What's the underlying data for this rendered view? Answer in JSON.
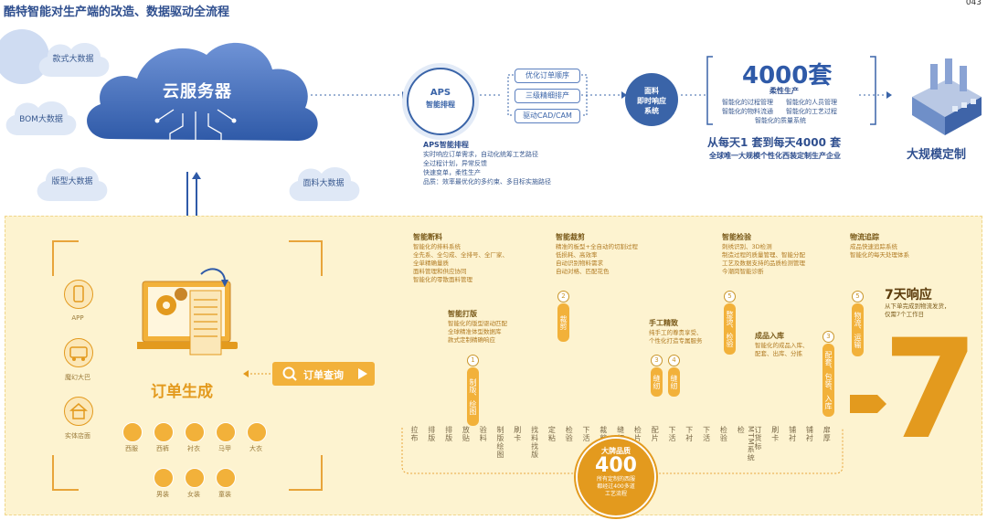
{
  "title": "酷特智能对生产端的改造、数据驱动全流程",
  "page_number": "043",
  "cloud": {
    "title": "云服务器",
    "bubbles": [
      "款式大数据",
      "BOM大数据",
      "版型大数据",
      "面料大数据"
    ]
  },
  "aps": {
    "circle_line1": "APS",
    "circle_line2": "智能排程",
    "steps": [
      "优化订单顺序",
      "三级精细排产",
      "驱动CAD/CAM"
    ],
    "desc_title": "APS智能排程",
    "desc_lines": [
      "实时响应订单需求，自动化统筹工艺路径",
      "全过程计划，异常反馈",
      "快速变单，柔性生产",
      "品质：效率最优化的多约束、多目标实施路径"
    ]
  },
  "fabric": {
    "lines": [
      "面料",
      "即时响应",
      "系统"
    ]
  },
  "production": {
    "big": "4000套",
    "sub": "柔性生产",
    "col1": [
      "智能化的过程管理",
      "智能化的物料流通",
      "智能化的质量系统"
    ],
    "col2": [
      "智能化的人员管理",
      "智能化的工艺过程"
    ],
    "headline": "从每天1 套到每天4000 套",
    "subline": "全球唯一大规模个性化西装定制生产企业"
  },
  "factory": {
    "label": "大规模定制"
  },
  "order": {
    "title": "订单生成",
    "query_label": "订单查询",
    "channels": [
      "APP",
      "魔幻大巴",
      "实体店面"
    ],
    "garments": [
      "西服",
      "西裤",
      "衬衣",
      "马甲",
      "大衣",
      "男装",
      "女装",
      "童装"
    ]
  },
  "stations": [
    {
      "title": "智能断料",
      "lines": [
        "智能化的排料系统",
        "全先系、全匀成、全排号、全厂家、",
        "全单精确量质",
        "面料管理和供应协同",
        "智能化的零散面料管理"
      ]
    },
    {
      "title": "智能裁剪",
      "lines": [
        "精准的板型+全自动的切割过程",
        "低损耗、高效率",
        "自动识别物料需求",
        "自动对格、匹配花色"
      ]
    },
    {
      "title": "智能检验",
      "lines": [
        "刺绣识别、3D检测",
        "制造过程的质量管理、智能分配",
        "工艺及数据支持的品质检测管理",
        "今潮岗智能诊断"
      ]
    },
    {
      "title": "物流追踪",
      "lines": [
        "成品快速追踪系统",
        "智能化的每天处理体系"
      ]
    }
  ],
  "mid": [
    {
      "num": "1",
      "title": "智能打版",
      "lines": [
        "智能化的版型驱动匹配",
        "全球精准体型数据库",
        "款式定制精确响应"
      ],
      "tag": "制版、绘图"
    },
    {
      "num": "2",
      "tag": "裁剪"
    },
    {
      "num": "3",
      "title": "手工精致",
      "lines": [
        "纯手工的尊贵享受、",
        "个性化打造专属服务"
      ],
      "tag": "缝纫"
    },
    {
      "num": "4",
      "tag": "缝纫"
    },
    {
      "num": "5",
      "tag": "整烫、检验"
    },
    {
      "num": "3",
      "title": "成品入库",
      "lines": [
        "智能化的成品入库、",
        "配套、出库、分拣"
      ],
      "tag": "配套、包装、入库"
    },
    {
      "num": "5",
      "tag": "物流、运输"
    }
  ],
  "response": {
    "title": "7天响应",
    "lines": [
      "从下单完成到物流发货，",
      "仅需7个工作日"
    ],
    "digit": "7"
  },
  "process_row": [
    "拉布",
    "排版",
    "排版",
    "放贴",
    "验料",
    "制版绘图",
    "刷卡",
    "找料找版",
    "定粘",
    "检验",
    "下活",
    "裁剪",
    "缝纫",
    "检片",
    "配片",
    "下活",
    "下衬",
    "下活",
    "检验",
    "MTM系统检",
    "订货标",
    "刷卡",
    "铺衬",
    "铺衬",
    "扉厚"
  ],
  "quality": {
    "small": "大牌品质",
    "big": "400",
    "lines": [
      "所有定制的西服",
      "都经过400多道",
      "工艺流程"
    ]
  }
}
